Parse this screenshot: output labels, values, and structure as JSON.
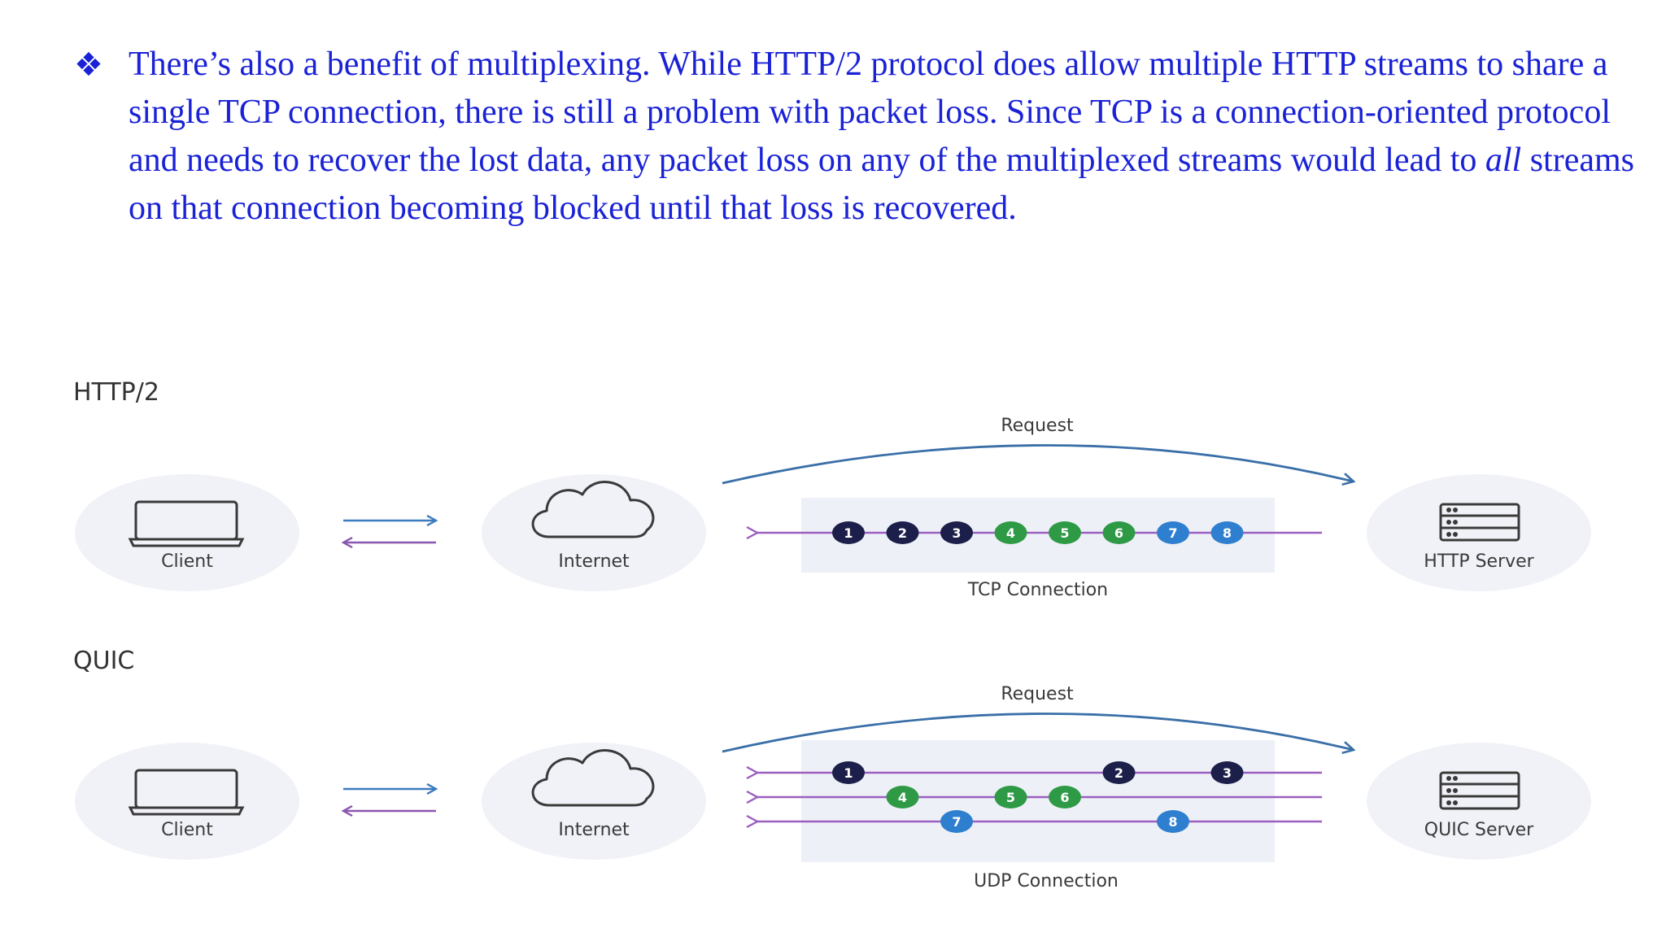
{
  "paragraph": {
    "bullet": "❖",
    "text_before": "There’s also a benefit of multiplexing. While HTTP/2 protocol does allow multiple HTTP streams to share a single TCP connection, there is still a problem with packet loss. Since TCP is a connection-oriented protocol and needs to recover the lost data, any packet loss on any of the multiplexed streams would lead to ",
    "text_emphasis": "all",
    "text_after": " streams on that connection becoming blocked until that loss is recovered."
  },
  "colors": {
    "text_blue": "#1a22d6",
    "node_bg": "#f1f2f8",
    "connection_bg": "#eef0f7",
    "request_arrow": "#3a6fa8",
    "forward_arrow": "#3b7bbf",
    "back_arrow": "#8a56b0",
    "packet_dark": "#1b1f4a",
    "packet_green": "#2e9a46",
    "packet_blue": "#2e7fcf",
    "stream_line": "#9b5fc0"
  },
  "http2": {
    "title": "HTTP/2",
    "client_label": "Client",
    "internet_label": "Internet",
    "server_label": "HTTP Server",
    "request_label": "Request",
    "connection_label": "TCP Connection",
    "packets": [
      {
        "n": "1",
        "color": "packet_dark"
      },
      {
        "n": "2",
        "color": "packet_dark"
      },
      {
        "n": "3",
        "color": "packet_dark"
      },
      {
        "n": "4",
        "color": "packet_green"
      },
      {
        "n": "5",
        "color": "packet_green"
      },
      {
        "n": "6",
        "color": "packet_green"
      },
      {
        "n": "7",
        "color": "packet_blue"
      },
      {
        "n": "8",
        "color": "packet_blue"
      }
    ]
  },
  "quic": {
    "title": "QUIC",
    "client_label": "Client",
    "internet_label": "Internet",
    "server_label": "QUIC Server",
    "request_label": "Request",
    "connection_label": "UDP Connection",
    "streams": [
      {
        "packets": [
          {
            "n": "1",
            "color": "packet_dark",
            "slot": 0
          },
          {
            "n": "2",
            "color": "packet_dark",
            "slot": 5
          },
          {
            "n": "3",
            "color": "packet_dark",
            "slot": 7
          }
        ]
      },
      {
        "packets": [
          {
            "n": "4",
            "color": "packet_green",
            "slot": 1
          },
          {
            "n": "5",
            "color": "packet_green",
            "slot": 3
          },
          {
            "n": "6",
            "color": "packet_green",
            "slot": 4
          }
        ]
      },
      {
        "packets": [
          {
            "n": "7",
            "color": "packet_blue",
            "slot": 2
          },
          {
            "n": "8",
            "color": "packet_blue",
            "slot": 6
          }
        ]
      }
    ]
  }
}
